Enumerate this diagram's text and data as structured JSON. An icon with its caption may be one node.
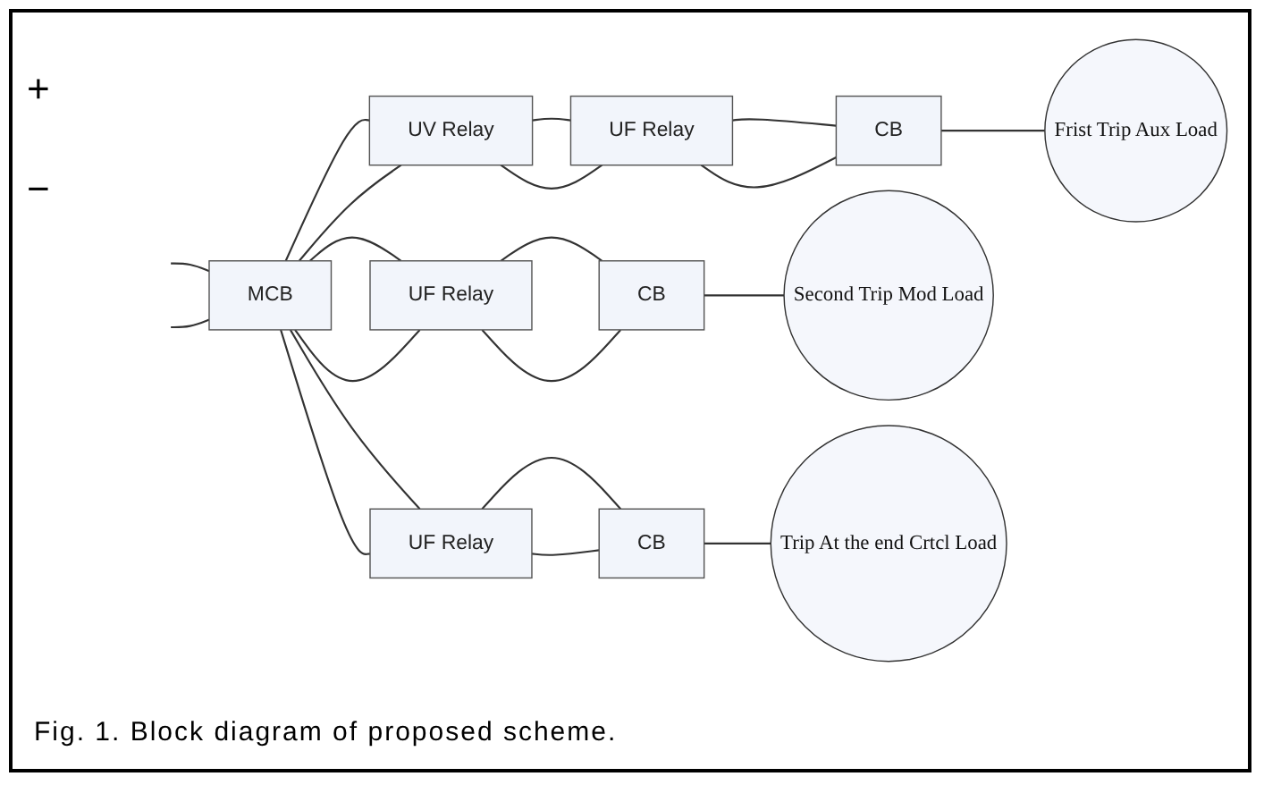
{
  "diagram": {
    "caption": "Fig. 1. Block diagram of proposed scheme.",
    "nodes": [
      {
        "text": [
          "MCB"
        ]
      },
      {
        "text": [
          "UV Relay"
        ]
      },
      {
        "text": [
          "UF Relay"
        ]
      },
      {
        "text": [
          "CB"
        ]
      },
      {
        "text": [
          "Frist Trip Aux Load"
        ]
      },
      {
        "text": [
          "UF Relay"
        ]
      },
      {
        "text": [
          "CB"
        ]
      },
      {
        "text": [
          "Second Trip Mod Load"
        ]
      },
      {
        "text": [
          "UF Relay"
        ]
      },
      {
        "text": [
          "CB"
        ]
      },
      {
        "text": [
          "Trip At the end Crtcl Load"
        ]
      }
    ],
    "edges": [
      {
        "from": null,
        "to": 0,
        "arrow": "none"
      },
      {
        "from": null,
        "to": 0,
        "arrow": "none"
      },
      {
        "from": 0,
        "to": 1,
        "arrow": "none"
      },
      {
        "from": 0,
        "to": 1,
        "arrow": "none"
      },
      {
        "from": 1,
        "to": 2,
        "arrow": "none"
      },
      {
        "from": 1,
        "to": 2,
        "arrow": "none"
      },
      {
        "from": 2,
        "to": 3,
        "arrow": "none"
      },
      {
        "from": 2,
        "to": 3,
        "arrow": "none"
      },
      {
        "from": 3,
        "to": 4,
        "arrow": "none"
      },
      {
        "from": 0,
        "to": 5,
        "arrow": "none"
      },
      {
        "from": 0,
        "to": 5,
        "arrow": "none"
      },
      {
        "from": 5,
        "to": 6,
        "arrow": "none"
      },
      {
        "from": 5,
        "to": 6,
        "arrow": "none"
      },
      {
        "from": 6,
        "to": 7,
        "arrow": "none"
      },
      {
        "from": 0,
        "to": 8,
        "arrow": "none"
      },
      {
        "from": 0,
        "to": 8,
        "arrow": "none"
      },
      {
        "from": 8,
        "to": 9,
        "arrow": "none"
      },
      {
        "from": 8,
        "to": 9,
        "arrow": "none"
      },
      {
        "from": 9,
        "to": 10,
        "arrow": "none"
      }
    ],
    "labels": [
      "+",
      "−"
    ]
  }
}
